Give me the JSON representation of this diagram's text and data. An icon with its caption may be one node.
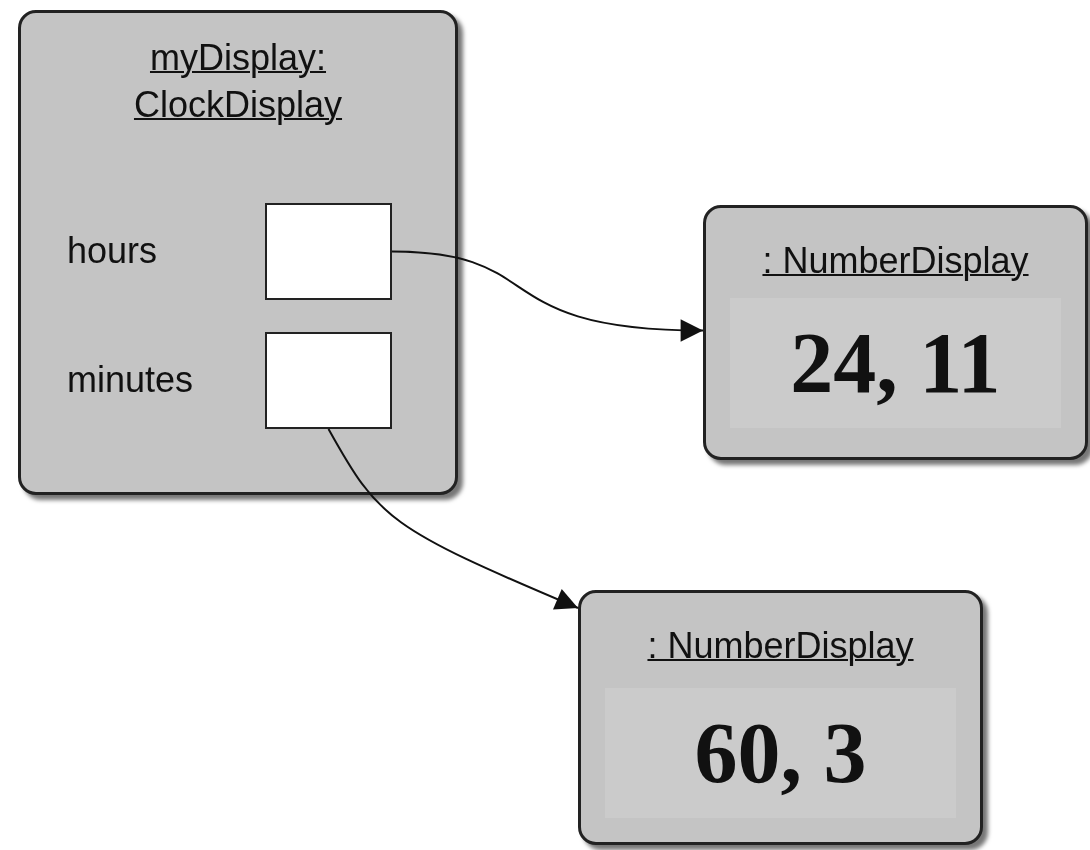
{
  "diagram": {
    "nodes": [
      {
        "text": [
          "myDisplay: ClockDisplay"
        ]
      },
      {
        "text": [],
        "shape": "box",
        "in": 0,
        "beside": [
          "hours"
        ]
      },
      {
        "text": [],
        "shape": "box",
        "in": 0,
        "beside": [
          "minutes"
        ]
      },
      {
        "text": [
          ": NumberDisplay",
          "24, 11"
        ]
      },
      {
        "text": [
          ": NumberDisplay",
          "60, 3"
        ]
      }
    ],
    "edges": [
      {
        "from": 1,
        "to": 3,
        "arrow": "to"
      },
      {
        "from": 2,
        "to": 4,
        "arrow": "to"
      }
    ]
  }
}
